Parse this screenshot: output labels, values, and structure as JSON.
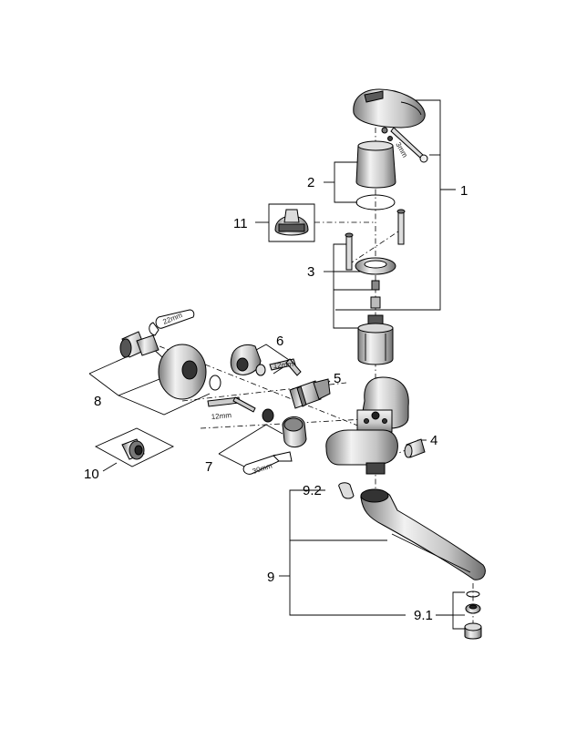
{
  "callouts": {
    "c1": "1",
    "c2": "2",
    "c3": "3",
    "c4": "4",
    "c5": "5",
    "c6": "6",
    "c7": "7",
    "c8": "8",
    "c9": "9",
    "c9_1": "9.1",
    "c9_2": "9.2",
    "c10": "10",
    "c11": "11"
  },
  "dimensions": {
    "hex_key": "3mm",
    "wrench_22": "22mm",
    "key_12_upper": "12mm",
    "key_12_lower": "12mm",
    "wrench_30": "30mm"
  },
  "colors": {
    "line": "#000000",
    "part_light": "#e8e8e8",
    "part_mid": "#b8b8b8",
    "part_dark": "#6a6a6a"
  }
}
